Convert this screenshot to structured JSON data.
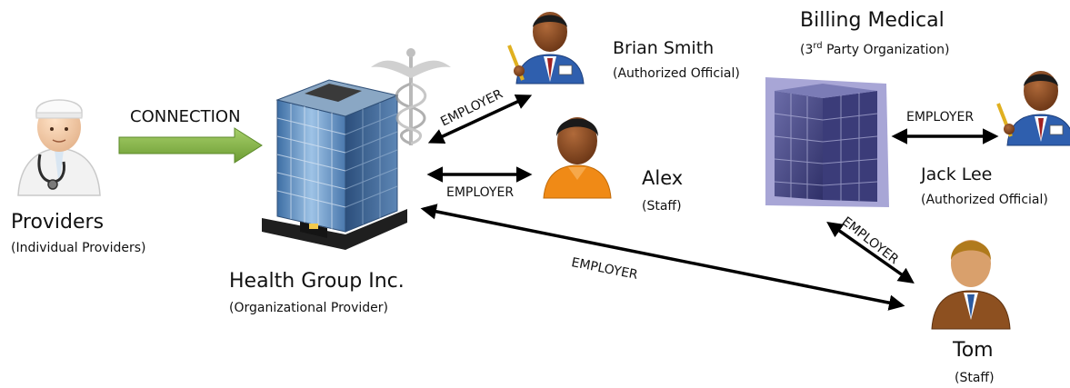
{
  "nodes": {
    "providers": {
      "name": "Providers",
      "role": "(Individual Providers)"
    },
    "health_group": {
      "name": "Health Group Inc.",
      "role": "(Organizational Provider)"
    },
    "brian": {
      "name": "Brian Smith",
      "role": "(Authorized Official)"
    },
    "alex": {
      "name": "Alex",
      "role": "(Staff)"
    },
    "billing": {
      "name": "Billing Medical",
      "role_prefix": "(3",
      "role_sup": "rd",
      "role_suffix": " Party Organization)"
    },
    "jack": {
      "name": "Jack Lee",
      "role": "(Authorized Official)"
    },
    "tom": {
      "name": "Tom",
      "role": "(Staff)"
    }
  },
  "edges": {
    "connection": "CONNECTION",
    "hg_brian": "EMPLOYER",
    "hg_alex": "EMPLOYER",
    "hg_tom": "EMPLOYER",
    "bm_jack": "EMPLOYER",
    "bm_tom": "EMPLOYER"
  },
  "colors": {
    "connection_arrow": "#7dae3f",
    "employer_arrow": "#000000",
    "building_glass": "#5b86b8",
    "billing_building": "#4a4b86",
    "person_skin": "#8a4a22",
    "shirt_blue": "#2f5fae",
    "shirt_orange": "#f08a16",
    "shirt_brown": "#8d5020"
  },
  "icons": {
    "providers": "doctor-with-stethoscope-icon",
    "health_group": "office-tower-icon",
    "caduceus": "caduceus-icon",
    "brian": "business-person-blue-icon",
    "alex": "staff-woman-orange-icon",
    "billing": "billing-building-icon",
    "jack": "business-person-blue-icon",
    "tom": "business-person-brown-icon"
  }
}
